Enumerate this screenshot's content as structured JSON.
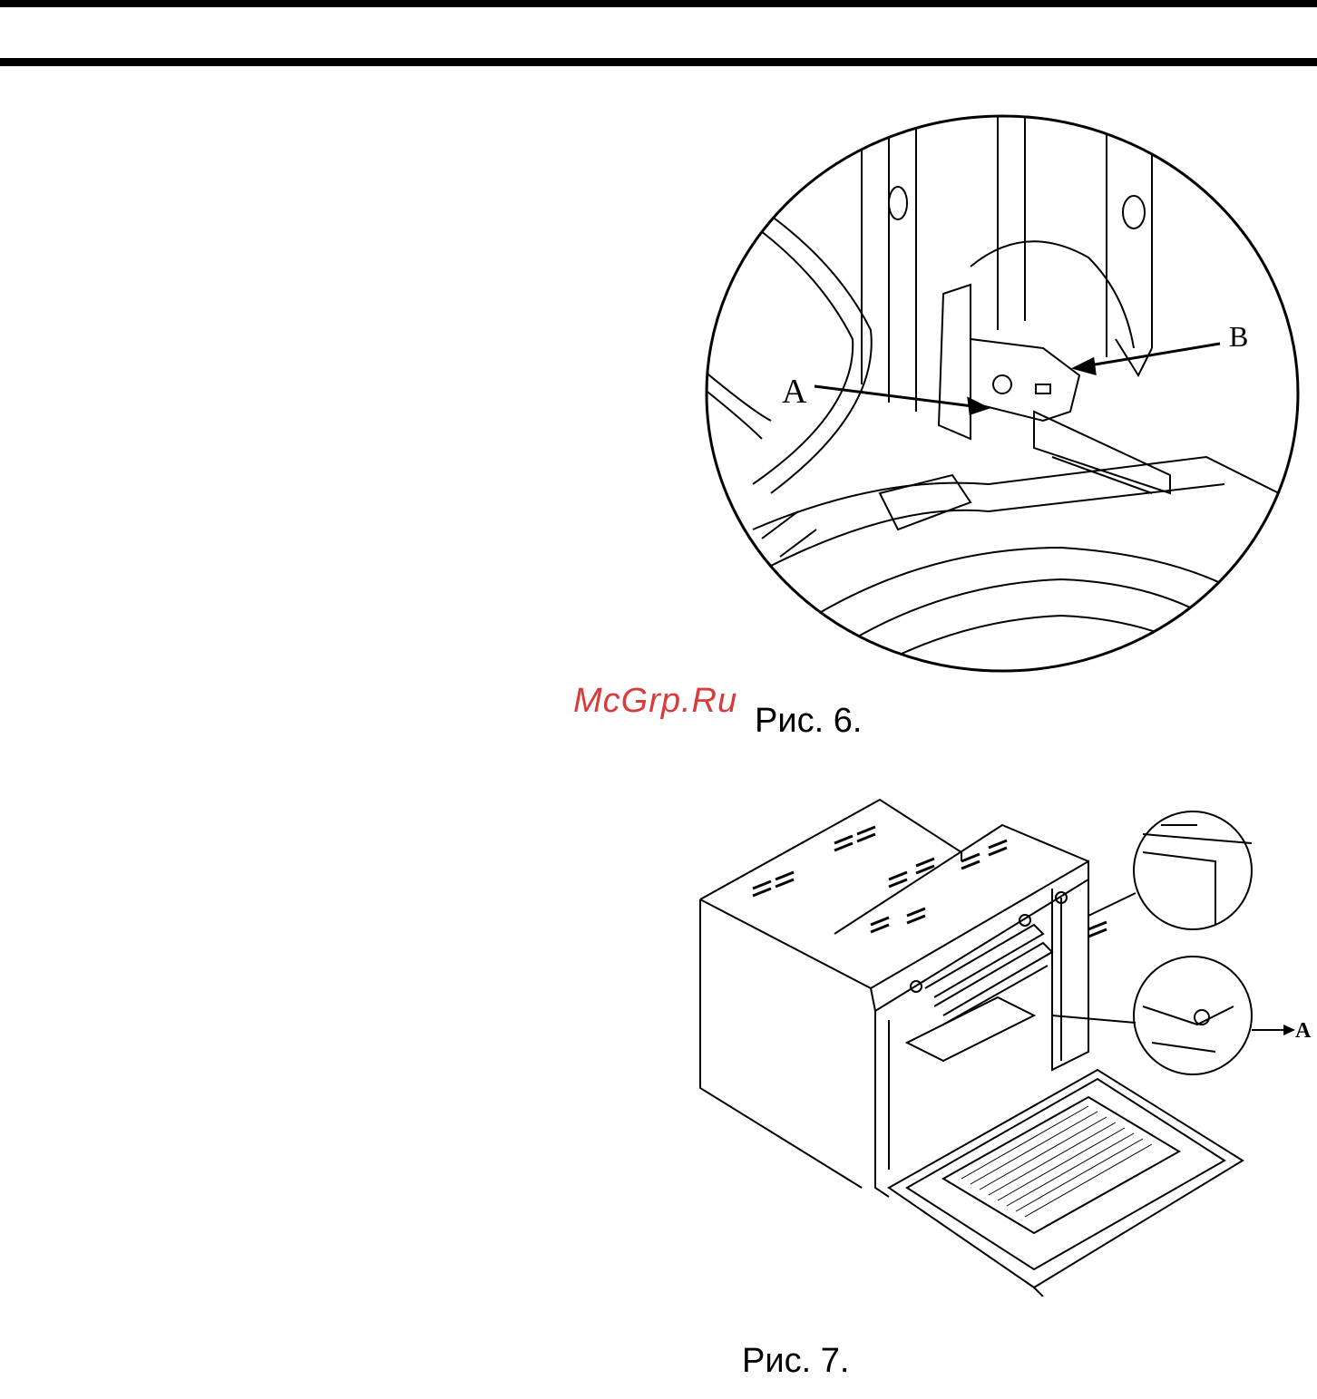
{
  "watermark": "McGrp.Ru",
  "figure6": {
    "caption": "Рис. 6.",
    "label_a": "A",
    "label_b": "B"
  },
  "figure7": {
    "caption": "Рис. 7.",
    "label_a": "A"
  }
}
